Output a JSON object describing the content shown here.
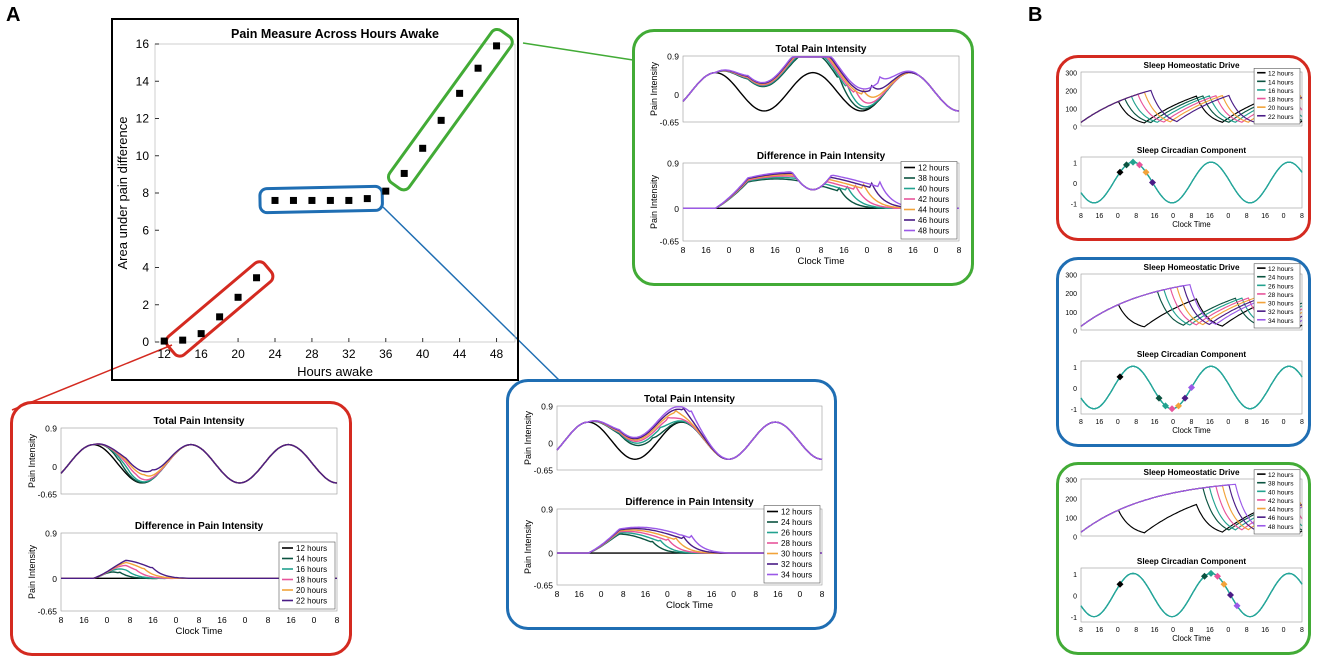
{
  "panel_labels": {
    "a": "A",
    "b": "B"
  },
  "colors": {
    "red": "#d42a20",
    "blue": "#1f6eb3",
    "green": "#42ab36",
    "black": "#000000"
  },
  "chart_data": [
    {
      "id": "main",
      "type": "scatter",
      "title": "Pain Measure Across Hours Awake",
      "xlabel": "Hours awake",
      "ylabel": "Area under pain difference",
      "xlim": [
        11,
        50
      ],
      "ylim": [
        0,
        16
      ],
      "xticks": [
        12,
        16,
        20,
        24,
        28,
        32,
        36,
        40,
        44,
        48
      ],
      "yticks": [
        0,
        2,
        4,
        6,
        8,
        10,
        12,
        14,
        16
      ],
      "points": [
        {
          "x": 12,
          "y": 0.05
        },
        {
          "x": 14,
          "y": 0.1
        },
        {
          "x": 16,
          "y": 0.45
        },
        {
          "x": 18,
          "y": 1.35
        },
        {
          "x": 20,
          "y": 2.4
        },
        {
          "x": 22,
          "y": 3.45
        },
        {
          "x": 24,
          "y": 7.6
        },
        {
          "x": 26,
          "y": 7.6
        },
        {
          "x": 28,
          "y": 7.6
        },
        {
          "x": 30,
          "y": 7.6
        },
        {
          "x": 32,
          "y": 7.6
        },
        {
          "x": 34,
          "y": 7.7
        },
        {
          "x": 36,
          "y": 8.1
        },
        {
          "x": 38,
          "y": 9.05
        },
        {
          "x": 40,
          "y": 10.4
        },
        {
          "x": 42,
          "y": 11.9
        },
        {
          "x": 44,
          "y": 13.35
        },
        {
          "x": 46,
          "y": 14.7
        },
        {
          "x": 48,
          "y": 15.9
        }
      ],
      "groups": [
        {
          "color": "red",
          "x_range": [
            14,
            22
          ]
        },
        {
          "color": "blue",
          "x_range": [
            24,
            34
          ]
        },
        {
          "color": "green",
          "x_range": [
            38,
            48
          ]
        }
      ]
    },
    {
      "id": "A-red",
      "type": "line",
      "box_color": "red",
      "top": {
        "title": "Total Pain Intensity",
        "ylabel": "Pain Intensity",
        "yticks": [
          "0.9",
          "0",
          "-0.65"
        ]
      },
      "bottom": {
        "title": "Difference in Pain Intensity",
        "ylabel": "Pain Intensity",
        "yticks": [
          "0.9",
          "0",
          "-0.65"
        ]
      },
      "xlabel": "Clock Time",
      "xticks": [
        "8",
        "16",
        "0",
        "8",
        "16",
        "0",
        "8",
        "16",
        "0",
        "8",
        "16",
        "0",
        "8"
      ],
      "legend": [
        "12 hours",
        "14 hours",
        "16 hours",
        "18 hours",
        "20 hours",
        "22 hours"
      ],
      "series_colors": [
        "#000000",
        "#0b5340",
        "#22a28f",
        "#e8559b",
        "#f2a33a",
        "#4a1c86"
      ],
      "sleep_hours": [
        12,
        14,
        16,
        18,
        20,
        22
      ]
    },
    {
      "id": "A-blue",
      "type": "line",
      "box_color": "blue",
      "top": {
        "title": "Total Pain Intensity",
        "ylabel": "Pain Intensity",
        "yticks": [
          "0.9",
          "0",
          "-0.65"
        ]
      },
      "bottom": {
        "title": "Difference in Pain Intensity",
        "ylabel": "Pain Intensity",
        "yticks": [
          "0.9",
          "0",
          "-0.65"
        ]
      },
      "xlabel": "Clock Time",
      "xticks": [
        "8",
        "16",
        "0",
        "8",
        "16",
        "0",
        "8",
        "16",
        "0",
        "8",
        "16",
        "0",
        "8"
      ],
      "legend": [
        "12 hours",
        "24 hours",
        "26 hours",
        "28 hours",
        "30 hours",
        "32 hours",
        "34 hours"
      ],
      "series_colors": [
        "#000000",
        "#0b5340",
        "#22a28f",
        "#e8559b",
        "#f2a33a",
        "#4a1c86",
        "#9b59e8"
      ],
      "sleep_hours": [
        12,
        24,
        26,
        28,
        30,
        32,
        34
      ]
    },
    {
      "id": "A-green",
      "type": "line",
      "box_color": "green",
      "top": {
        "title": "Total Pain Intensity",
        "ylabel": "Pain Intensity",
        "yticks": [
          "0.9",
          "0",
          "-0.65"
        ]
      },
      "bottom": {
        "title": "Difference in Pain Intensity",
        "ylabel": "Pain Intensity",
        "yticks": [
          "0.9",
          "0",
          "-0.65"
        ]
      },
      "xlabel": "Clock Time",
      "xticks": [
        "8",
        "16",
        "0",
        "8",
        "16",
        "0",
        "8",
        "16",
        "0",
        "8",
        "16",
        "0",
        "8"
      ],
      "legend": [
        "12 hours",
        "38 hours",
        "40 hours",
        "42 hours",
        "44 hours",
        "46 hours",
        "48 hours"
      ],
      "series_colors": [
        "#000000",
        "#0b5340",
        "#22a28f",
        "#e8559b",
        "#f2a33a",
        "#4a1c86",
        "#9b59e8"
      ],
      "sleep_hours": [
        12,
        38,
        40,
        42,
        44,
        46,
        48
      ]
    },
    {
      "id": "B-red",
      "type": "line",
      "box_color": "red",
      "top": {
        "title": "Sleep Homeostatic Drive",
        "yticks": [
          "300",
          "200",
          "100",
          "0"
        ]
      },
      "bottom": {
        "title": "Sleep Circadian Component",
        "yticks": [
          "1",
          "0",
          "-1"
        ]
      },
      "xlabel": "Clock Time",
      "xticks": [
        "8",
        "16",
        "0",
        "8",
        "16",
        "0",
        "8",
        "16",
        "0",
        "8",
        "16",
        "0",
        "8"
      ],
      "legend": [
        "12 hours",
        "14 hours",
        "16 hours",
        "18 hours",
        "20 hours",
        "22 hours"
      ],
      "series_colors": [
        "#000000",
        "#0b5340",
        "#22a28f",
        "#e8559b",
        "#f2a33a",
        "#4a1c86"
      ],
      "sleep_hours": [
        12,
        14,
        16,
        18,
        20,
        22
      ]
    },
    {
      "id": "B-blue",
      "type": "line",
      "box_color": "blue",
      "top": {
        "title": "Sleep Homeostatic Drive",
        "yticks": [
          "300",
          "200",
          "100",
          "0"
        ]
      },
      "bottom": {
        "title": "Sleep Circadian Component",
        "yticks": [
          "1",
          "0",
          "-1"
        ]
      },
      "xlabel": "Clock Time",
      "xticks": [
        "8",
        "16",
        "0",
        "8",
        "16",
        "0",
        "8",
        "16",
        "0",
        "8",
        "16",
        "0",
        "8"
      ],
      "legend": [
        "12 hours",
        "24 hours",
        "26 hours",
        "28 hours",
        "30 hours",
        "32 hours",
        "34 hours"
      ],
      "series_colors": [
        "#000000",
        "#0b5340",
        "#22a28f",
        "#e8559b",
        "#f2a33a",
        "#4a1c86",
        "#9b59e8"
      ],
      "sleep_hours": [
        12,
        24,
        26,
        28,
        30,
        32,
        34
      ]
    },
    {
      "id": "B-green",
      "type": "line",
      "box_color": "green",
      "top": {
        "title": "Sleep Homeostatic Drive",
        "yticks": [
          "300",
          "200",
          "100",
          "0"
        ]
      },
      "bottom": {
        "title": "Sleep Circadian Component",
        "yticks": [
          "1",
          "0",
          "-1"
        ]
      },
      "xlabel": "Clock Time",
      "xticks": [
        "8",
        "16",
        "0",
        "8",
        "16",
        "0",
        "8",
        "16",
        "0",
        "8",
        "16",
        "0",
        "8"
      ],
      "legend": [
        "12 hours",
        "38 hours",
        "40 hours",
        "42 hours",
        "44 hours",
        "46 hours",
        "48 hours"
      ],
      "series_colors": [
        "#000000",
        "#0b5340",
        "#22a28f",
        "#e8559b",
        "#f2a33a",
        "#4a1c86",
        "#9b59e8"
      ],
      "sleep_hours": [
        12,
        38,
        40,
        42,
        44,
        46,
        48
      ]
    }
  ]
}
